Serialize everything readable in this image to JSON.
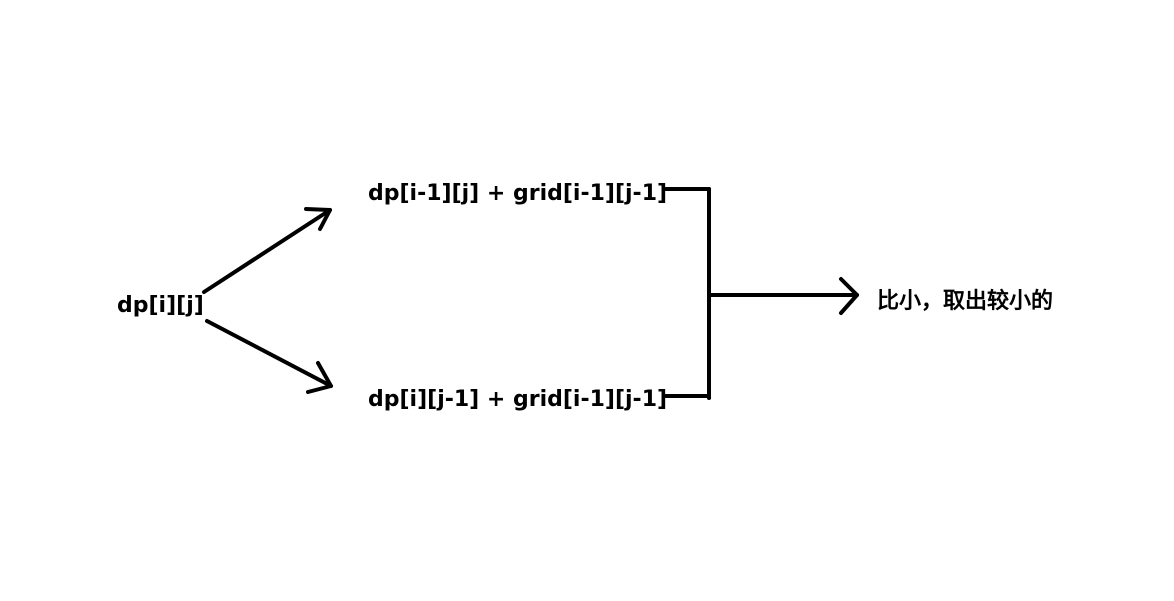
{
  "diagram": {
    "source": "dp[i][j]",
    "top_option": "dp[i-1][j] + grid[i-1][j-1]",
    "bottom_option": "dp[i][j-1] + grid[i-1][j-1]",
    "result": "比小，取出较小的"
  },
  "colors": {
    "ink": "#000000",
    "background": "#ffffff"
  }
}
